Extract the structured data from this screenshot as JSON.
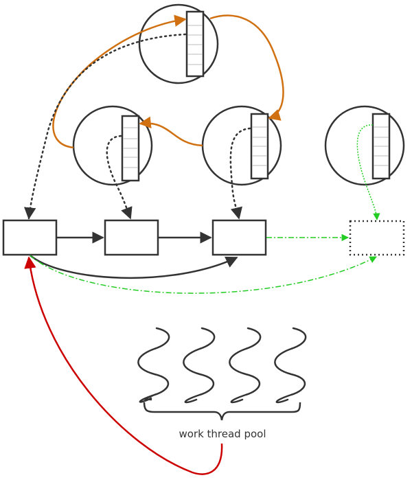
{
  "diagram": {
    "title": "",
    "colors": {
      "stroke": "#333333",
      "queue_line": "#bbbbbb",
      "steal": "#d07010",
      "submit": "#cc0000",
      "pending": "#22cc22"
    },
    "workers": [
      {
        "id": "worker-top",
        "queue_slots": 6
      },
      {
        "id": "worker-left",
        "queue_slots": 6
      },
      {
        "id": "worker-middle",
        "queue_slots": 6
      },
      {
        "id": "worker-right",
        "queue_slots": 6
      }
    ],
    "tasks": [
      {
        "id": "task-1",
        "style": "solid"
      },
      {
        "id": "task-2",
        "style": "solid"
      },
      {
        "id": "task-3",
        "style": "solid"
      },
      {
        "id": "task-4",
        "style": "dotted"
      }
    ],
    "thread_pool": {
      "label": "work thread pool",
      "thread_count": 4
    }
  }
}
